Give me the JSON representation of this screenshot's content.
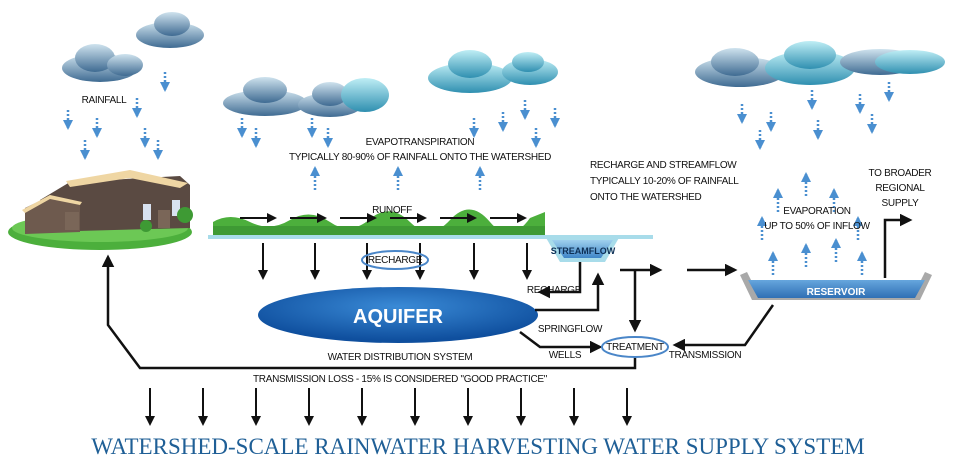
{
  "title": "WATERSHED-SCALE RAINWATER HARVESTING WATER SUPPLY SYSTEM",
  "labels": {
    "rainfall": "RAINFALL",
    "evapotranspiration": "EVAPOTRANSPIRATION",
    "evapotranspiration_note": "TYPICALLY 80-90% OF RAINFALL ONTO THE WATERSHED",
    "runoff": "RUNOFF",
    "recharge_oval": "RECHARGE",
    "streamflow": "STREAMFLOW",
    "recharge_streamflow_1": "RECHARGE AND STREAMFLOW",
    "recharge_streamflow_2": "TYPICALLY 10-20% OF RAINFALL",
    "recharge_streamflow_3": "ONTO THE WATERSHED",
    "aquifer": "AQUIFER",
    "recharge_side": "RECHARGE",
    "springflow": "SPRINGFLOW",
    "wells": "WELLS",
    "treatment": "TREATMENT",
    "transmission": "TRANSMISSION",
    "reservoir": "RESERVOIR",
    "evaporation": "EVAPORATION",
    "evaporation_note": "UP TO 50% OF INFLOW",
    "broader_1": "TO BROADER",
    "broader_2": "REGIONAL",
    "broader_3": "SUPPLY",
    "distribution": "WATER DISTRIBUTION SYSTEM",
    "transmission_loss": "TRANSMISSION LOSS - 15% IS CONSIDERED \"GOOD PRACTICE\""
  },
  "colors": {
    "title": "#1f5f96",
    "rain_arrow": "#4a8fd0",
    "aquifer": "#1a5fae",
    "reservoir": "#4a86c8",
    "oval_border": "#4a86c8",
    "grass": "#4caf3c",
    "water_line": "#a8dcea"
  }
}
